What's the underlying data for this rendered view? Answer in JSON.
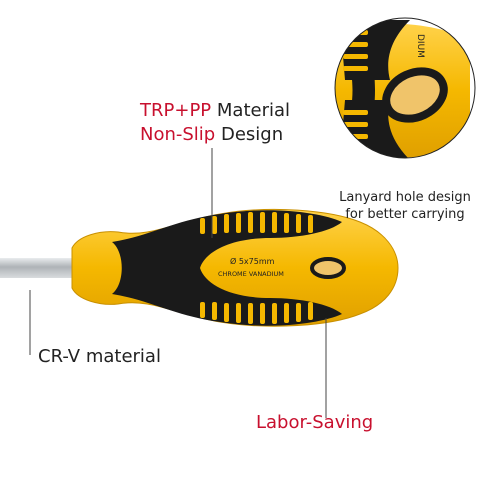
{
  "labels": {
    "material_prefix": "TRP+PP",
    "material_suffix": " Material",
    "nonslip_prefix": "Non-Slip",
    "nonslip_suffix": " Design",
    "lanyard_line1": "Lanyard hole design",
    "lanyard_line2": "for better carrying",
    "crv": "CR-V material",
    "labor_saving": "Labor-Saving"
  },
  "handle_text": {
    "size": "Ø 5x75mm",
    "brand": "CHROME VANADIUM",
    "zoom_fragment": "DIUM"
  },
  "colors": {
    "accent_red": "#c8102e",
    "handle_yellow": "#f5b800",
    "handle_black": "#1a1a1a",
    "shaft_gray": "#bfc4c8"
  }
}
